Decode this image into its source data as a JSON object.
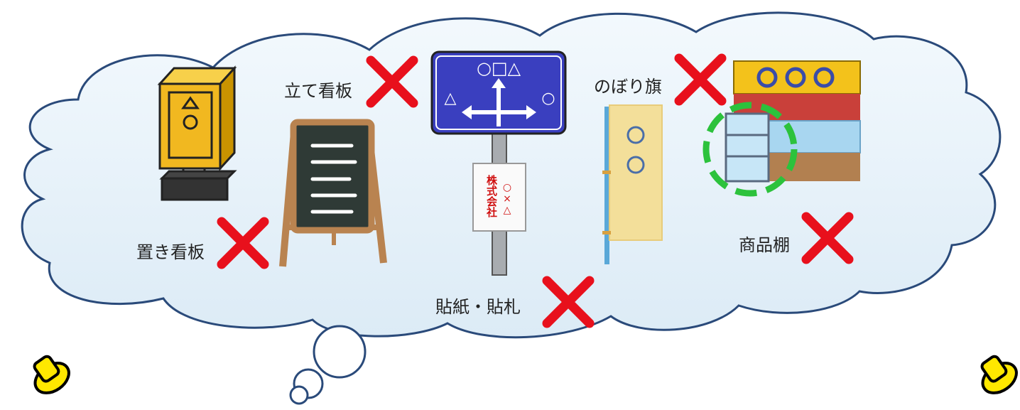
{
  "labels": {
    "tate_kanban": "立て看板",
    "oki_kanban": "置き看板",
    "nobori": "のぼり旗",
    "shohin_dana": "商品棚",
    "harigami": "貼紙・貼札"
  },
  "sign_glyphs": {
    "top": "○□△",
    "left": "△",
    "right": "○"
  },
  "poster": {
    "company": "株式会社",
    "marks": "○×△"
  },
  "box_sign_glyphs": "△○",
  "store_sign": "○○○",
  "banner_glyphs": "○○",
  "colors": {
    "cloud_fill": "#e9f4fb",
    "cloud_stroke": "#2a4a7a",
    "cross": "#e8101c",
    "sign_blue": "#3a3fbf",
    "box_yellow": "#f1b820",
    "circle_green": "#2cc23c",
    "tack_yellow": "#ffe800"
  }
}
